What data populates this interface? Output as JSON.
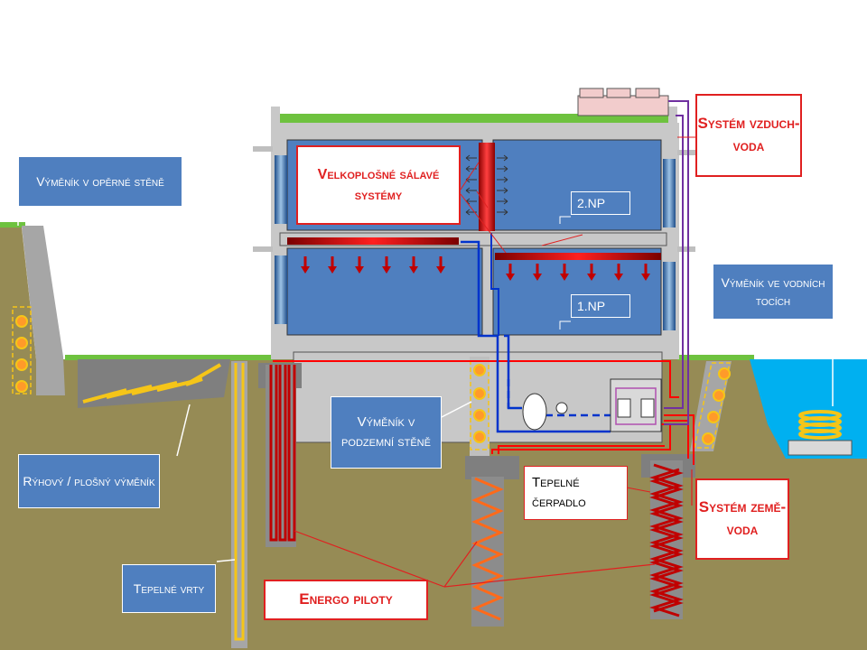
{
  "labels": {
    "vymenik_operne_stene": "Výměník v opěrné stěně",
    "velkoplosne_salave": "Velkoplošné sálavé systémy",
    "system_vzduch_voda": "Systém vzduch-voda",
    "vymenik_vodni_toky": "Výměník ve vodních tocích",
    "vymenik_podzemni_stene": "Výměník v podzemní stěně",
    "ryhovy_plosny": "Rýhový / plošný výměník",
    "tepelne_cerpadlo": "Tepelné čerpadlo",
    "system_zeme_voda": "Systém země-voda",
    "tepelne_vrty": "Tepelné vrty",
    "energo_piloty": "Energo piloty"
  },
  "floors": {
    "second": "2.NP",
    "first": "1.NP"
  },
  "colors": {
    "sky": "#ffffff",
    "soil": "#968b55",
    "grass": "#6ec23f",
    "water": "#00b0f0",
    "building_concrete": "#c8c8c8",
    "room": "#4f7fbf",
    "heating": "#c00000",
    "supply_pipe": "#ff0000",
    "return_pipe": "#0033cc",
    "air_pipe": "#7030a0",
    "pile_coil": "#ff6a1a",
    "callout_blue": "#4f7fbf",
    "callout_red": "#e02020"
  }
}
